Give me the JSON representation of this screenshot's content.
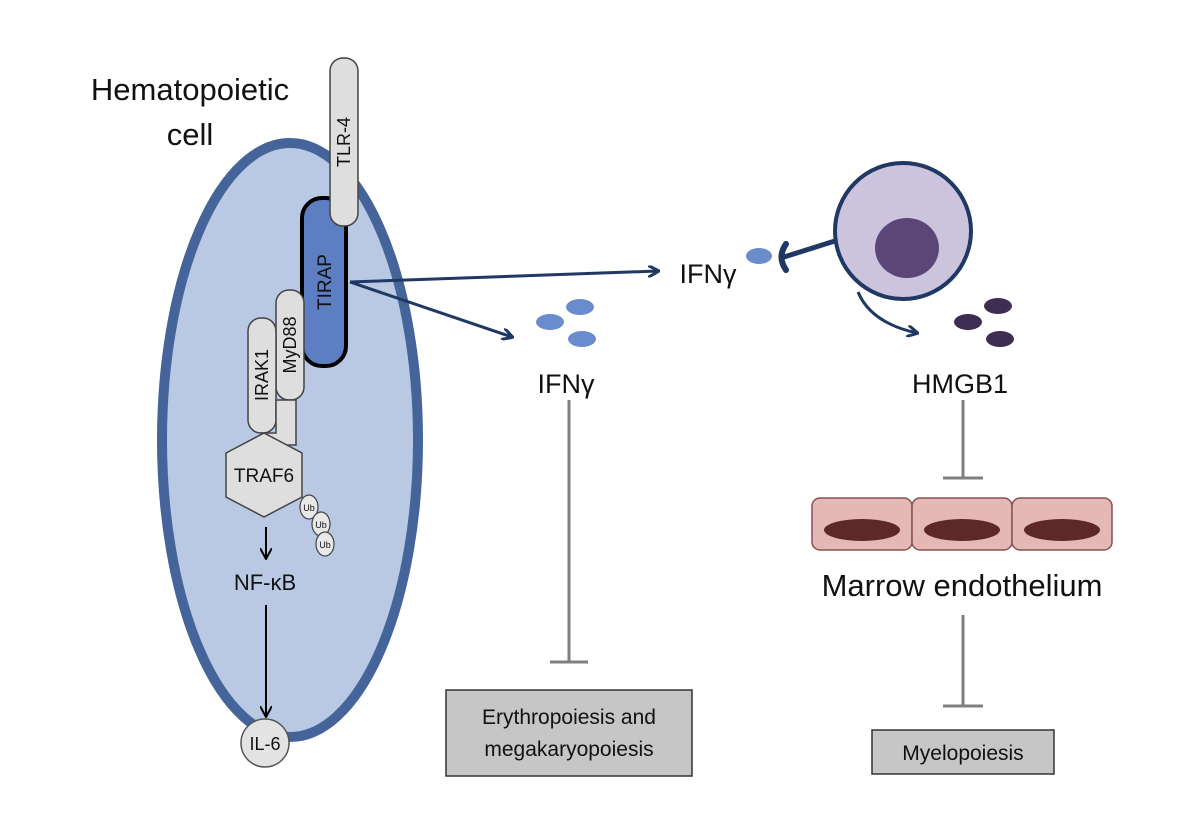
{
  "labels": {
    "cell_title_line1": "Hematopoietic",
    "cell_title_line2": "cell",
    "tlr4": "TLR-4",
    "tirap": "TIRAP",
    "myd88": "MyD88",
    "irak1": "IRAK1",
    "traf6": "TRAF6",
    "ub": "Ub",
    "nfkb": "NF-κB",
    "il6": "IL-6",
    "ifng_upper": "IFNγ",
    "ifng_lower": "IFNγ",
    "hmgb1": "HMGB1",
    "marrow_endothelium": "Marrow endothelium",
    "outcome_left_line1": "Erythropoiesis and",
    "outcome_left_line2": "megakaryopoiesis",
    "outcome_right": "Myelopoiesis"
  },
  "colors": {
    "cell_fill": "#b9c9e4",
    "cell_border": "#44649a",
    "tirap_fill": "#5d7ec2",
    "protein_fill": "#dedede",
    "ifng_molecule": "#6b8ccc",
    "arrow_dark_blue": "#1f3864",
    "inhibition_gray": "#7f7f7f",
    "target_cell_fill": "#ccc3dd",
    "target_cell_border": "#1f3864",
    "nucleus": "#5b4677",
    "hmgb1_molecule": "#3e2f52",
    "endothelial_fill": "#e5b8b8",
    "endothelial_border": "#8a5050",
    "endothelial_nucleus": "#5c2828",
    "outcome_box_fill": "#c6c6c6"
  }
}
